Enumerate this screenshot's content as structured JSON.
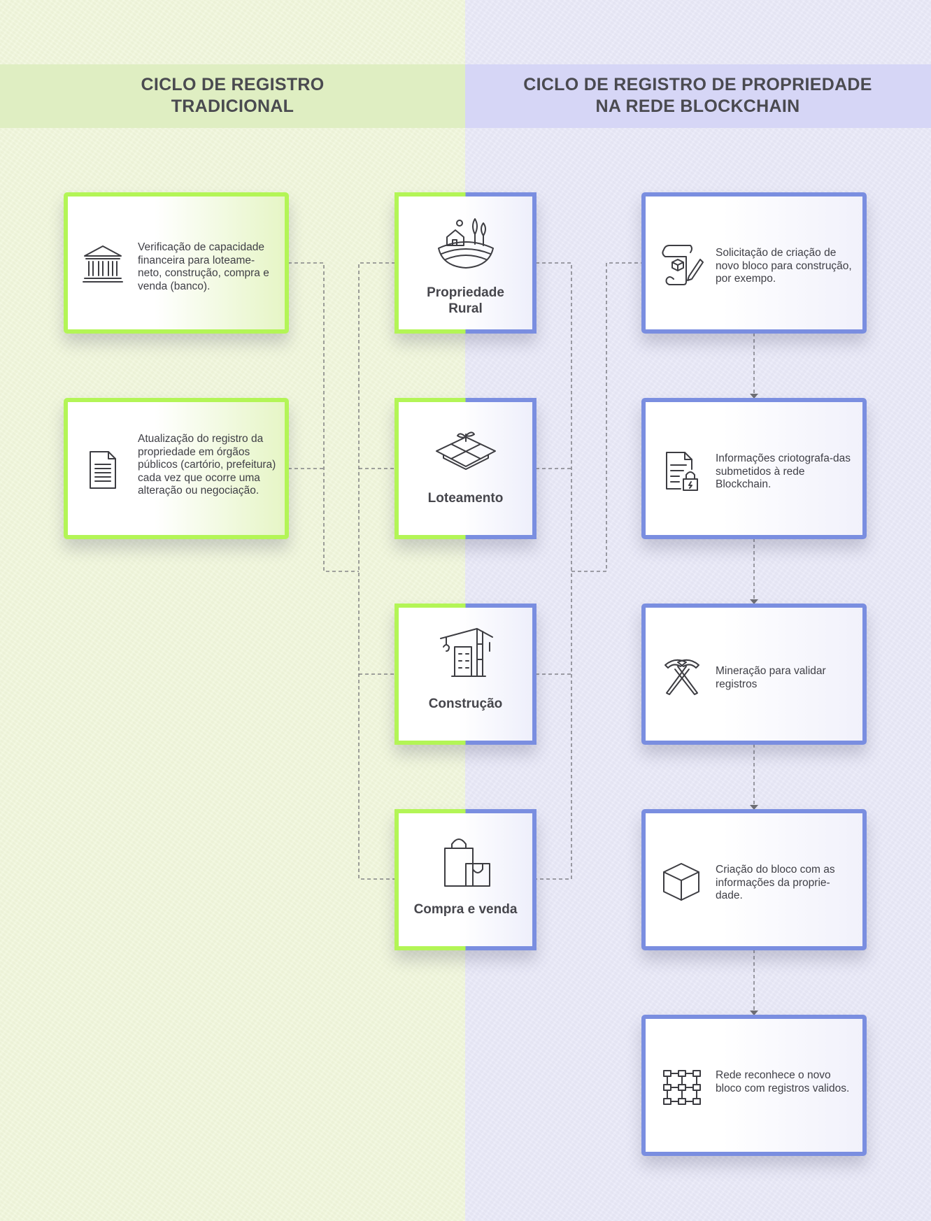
{
  "headers": {
    "traditional": "CICLO DE REGISTRO\nTRADICIONAL",
    "blockchain": "CICLO DE REGISTRO DE PROPRIEDADE\nNA REDE BLOCKCHAIN"
  },
  "traditional_steps": [
    {
      "icon": "bank-icon",
      "text": "Verificação de capacidade financeira para loteame-neto, construção, compra e venda (banco)."
    },
    {
      "icon": "document-icon",
      "text": "Atualização do registro da propriedade em órgãos públicos (cartório, prefeitura) cada vez que ocorre uma alteração ou negociação."
    }
  ],
  "center_stages": [
    {
      "icon": "rural-property-icon",
      "label": "Propriedade\nRural"
    },
    {
      "icon": "land-plot-icon",
      "label": "Loteamento"
    },
    {
      "icon": "construction-crane-icon",
      "label": "Construção"
    },
    {
      "icon": "shopping-bags-icon",
      "label": "Compra e venda"
    }
  ],
  "blockchain_steps": [
    {
      "icon": "contract-scroll-icon",
      "text": "Solicitação de criação de novo bloco para construção, por exempo."
    },
    {
      "icon": "encrypted-document-icon",
      "text": "Informações criotografa-das submetidos à rede Blockchain."
    },
    {
      "icon": "mining-pickaxes-icon",
      "text": "Mineração para validar registros"
    },
    {
      "icon": "block-cube-icon",
      "text": "Criação do bloco com as informações da proprie-dade."
    },
    {
      "icon": "network-grid-icon",
      "text": "Rede reconhece o novo bloco com registros validos."
    }
  ],
  "colors": {
    "traditional_bg": "#f1f7dc",
    "traditional_header": "#dfeec2",
    "traditional_accent": "#b3f556",
    "blockchain_bg": "#e9e9f8",
    "blockchain_header": "#d6d6f6",
    "blockchain_accent": "#7a8ee0"
  }
}
